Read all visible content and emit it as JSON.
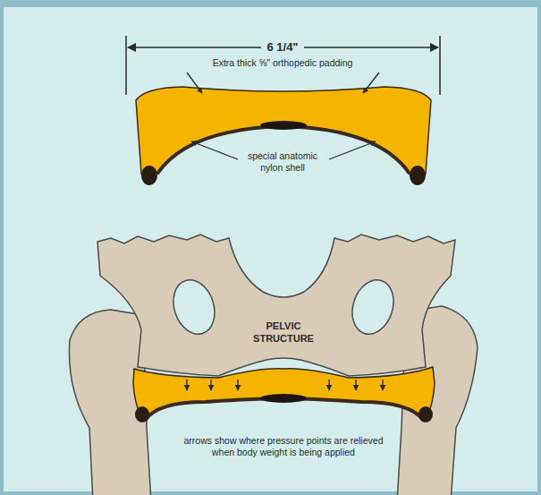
{
  "diagram": {
    "nodes": [
      {
        "text": [
          "PELVIC STRUCTURE"
        ]
      }
    ],
    "labels": [
      "6 1/4\"",
      "Extra thick ⅝\" orthopedic padding",
      "special anatomic nylon shell",
      "arrows show where pressure points are relieved when body weight is being applied"
    ]
  }
}
